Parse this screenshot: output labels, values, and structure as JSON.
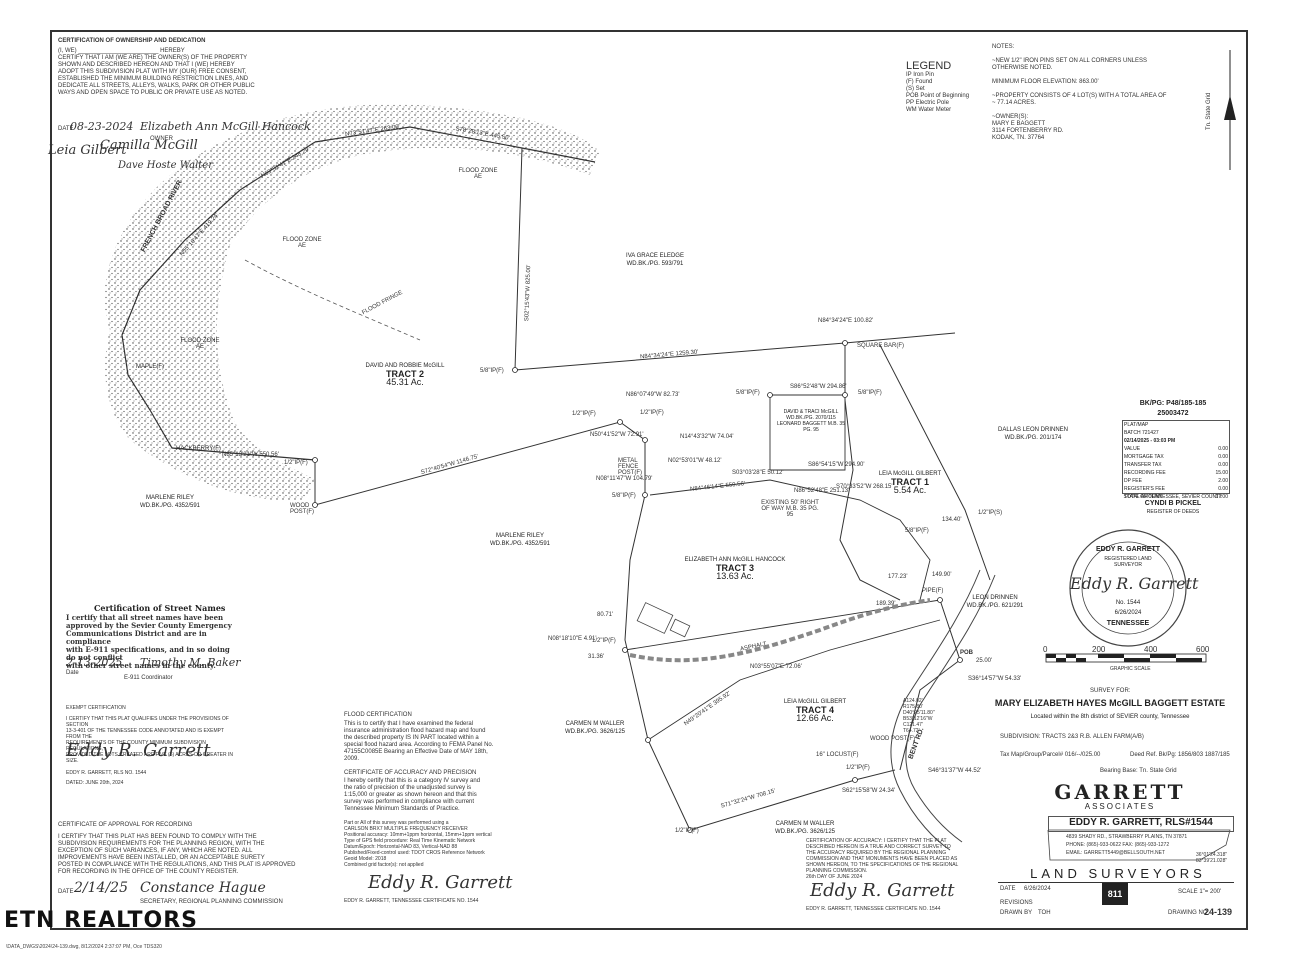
{
  "watermark": "ETN REALTORS",
  "footer_path": "\\DATA_DWGS\\2024\\24-139.dwg, 8/12/2024 2:37:07 PM, Oce TDS320",
  "owner_cert": {
    "title": "CERTIFICATION OF OWNERSHIP AND DEDICATION",
    "body": "(I, WE) ________________________ HEREBY\nCERTIFY THAT I AM (WE ARE) THE OWNER(S) OF THE PROPERTY\nSHOWN AND DESCRIBED HEREON AND THAT I (WE) HEREBY\nADOPT THIS SUBDIVISION PLAT WITH MY (OUR) FREE CONSENT,\nESTABLISHED THE MINIMUM BUILDING RESTRICTION LINES, AND\nDEDICATE ALL STREETS, ALLEYS, WALKS, PARK OR OTHER PUBLIC\nWAYS AND OPEN SPACE TO PUBLIC OR PRIVATE USE AS NOTED.",
    "date_label": "DATE",
    "date": "08-23-2024",
    "owner_label": "OWNER"
  },
  "legend": {
    "title": "LEGEND",
    "items": [
      "IP Iron Pin",
      "(F) Found",
      "(S) Set",
      "POB Point of Beginning",
      "PP Electric Pole",
      "WM Water Meter"
    ]
  },
  "notes": {
    "title": "NOTES:",
    "body": "~NEW 1/2\" IRON PINS SET ON ALL CORNERS UNLESS\n  OTHERWISE NOTED.\n\nMINIMUM FLOOR ELEVATION: 863.00'\n\n~PROPERTY CONSISTS OF 4 LOT(S) WITH A TOTAL AREA OF\n  ~ 77.14 ACRES.\n\n~OWNER(S):\n  MARY E BAGGETT\n  3114 FORTENBERRY RD.\n  KODAK, TN. 37764"
  },
  "north": "Tn. State Grid",
  "tracts": [
    {
      "owner": "DAVID AND ROBBIE McGILL",
      "name": "TRACT 2",
      "acres": "45.31 Ac."
    },
    {
      "owner": "LEIA McGILL GILBERT",
      "name": "TRACT 1",
      "acres": "5.54 Ac."
    },
    {
      "owner": "ELIZABETH ANN McGILL HANCOCK",
      "name": "TRACT 3",
      "acres": "13.63 Ac."
    },
    {
      "owner": "LEIA McGILL GILBERT",
      "name": "TRACT 4",
      "acres": "12.66 Ac."
    }
  ],
  "adjoiners": [
    {
      "name": "IVA GRACE ELEDGE",
      "deed": "WD.BK./PG. 593/791"
    },
    {
      "name": "DALLAS LEON DRINNEN",
      "deed": "WD.BK./PG. 201/174"
    },
    {
      "name": "MARLENE RILEY",
      "deed": "WD.BK./PG. 4352/591"
    },
    {
      "name": "MARLENE RILEY",
      "deed": "WD.BK./PG. 4352/591"
    },
    {
      "name": "LEON DRINNEN",
      "deed": "WD.BK./PG. 621/291"
    },
    {
      "name": "CARMEN M WALLER",
      "deed": "WD.BK./PG. 3626/125"
    },
    {
      "name": "CARMEN M WALLER",
      "deed": "WD.BK./PG. 3626/125"
    },
    {
      "name": "DAVID & TRACI McGILL",
      "deed": "WD.BK./PG. 2070/115"
    }
  ],
  "map_labels": {
    "river": "FRENCH BROAD RIVER",
    "flood_zone": "FLOOD ZONE AE",
    "flood_fringe": "FLOOD FRINGE",
    "maple": "MAPLE(F)",
    "hackberry": "HACKBERRY(F)",
    "square_bar": "SQUARE BAR(F)",
    "wood_post": "WOOD POST(F)",
    "metal_fence": "METAL FENCE POST(F)",
    "leonard": "LEONARD BAGGETT M.B. 35 PG. 95",
    "row": "EXISTING 50' RIGHT OF WAY M.B. 35 PG. 95",
    "asphalt": "ASPHALT",
    "pob": "POB",
    "locust": "16\" LOCUST(F)",
    "bent_rd": "BENT RD."
  },
  "bearings": [
    "N73°51'47\"E 263.00'",
    "S78°28'13\"E 445.50'",
    "N69°31'41\"E 248.29'",
    "N55°10'47\"E 419.24'",
    "S02°15'43\"W 825.00'",
    "N84°34'24\"E 1259.30'",
    "N84°34'24\"E 100.82'",
    "S72°40'54\"W 1146.75'",
    "N85°13'21\"W 550.56'",
    "N86°07'49\"W 82.73'",
    "N50°41'52\"W 72.91'",
    "N14°43'32\"W 74.04'",
    "N02°53'01\"W 48.12'",
    "N08°11'47\"W 104.79'",
    "N84°46'14\"E 550.56'",
    "S86°52'48\"W 294.86'",
    "S86°54'15\"W 294.90'",
    "S03°03'28\"E 50.12'",
    "N86°52'48\"E 251.13'",
    "S70°33'52\"W 268.15'",
    "N03°55'07\"E 72.06'",
    "N49°20'41\"E 395.92'",
    "S71°32'24\"W 708.15'",
    "S62°15'58\"W 24.34'",
    "S36°14'57\"W 54.33'",
    "S46°31'37\"W 44.52'",
    "N08°18'10\"E 4.91'",
    "80.71'",
    "31.36'",
    "25.00'",
    "177.23'",
    "189.39'",
    "134.40'",
    "149.90'"
  ],
  "pins": [
    "5/8\"IP(F)",
    "1/2\"IP(F)",
    "1/2\"IP(S)",
    "PIPE(F)"
  ],
  "curve": "A124.02'\nR175.80'\nD40°25'11.80\"\nB53°12'16\"W\nC121.47'\nT64.72'",
  "recording": {
    "bkpg": "BK/PG: P48/185-185",
    "number": "25003472",
    "rows": [
      [
        "PLAT/MAP",
        ""
      ],
      [
        "BATCH 721427",
        ""
      ],
      [
        "02/14/2025 - 03:03 PM",
        ""
      ],
      [
        "VALUE",
        "0.00"
      ],
      [
        "MORTGAGE TAX",
        "0.00"
      ],
      [
        "TRANSFER TAX",
        "0.00"
      ],
      [
        "RECORDING FEE",
        "15.00"
      ],
      [
        "DP FEE",
        "2.00"
      ],
      [
        "REGISTER'S FEE",
        "0.00"
      ],
      [
        "TOTAL AMOUNT",
        "17.00"
      ]
    ],
    "state": "STATE OF TENNESSEE, SEVIER COUNTY",
    "register": "CYNDI B PICKEL",
    "register_title": "REGISTER OF DEEDS"
  },
  "seal": {
    "name": "EDDY R. GARRETT",
    "number": "No. 1544",
    "state": "TENNESSEE",
    "date": "6/26/2024",
    "text": "REGISTERED LAND SURVEYOR"
  },
  "scale": {
    "ticks": [
      "0",
      "200",
      "400",
      "600"
    ],
    "label": "GRAPHIC SCALE"
  },
  "survey": {
    "for_label": "SURVEY FOR:",
    "title": "MARY ELIZABETH HAYES McGILL BAGGETT ESTATE",
    "location": "Located within the 8th district of SEVIER county, Tennessee",
    "subdivision": "SUBDIVISION: TRACTS 2&3 R.B. ALLEN FARM(A/B)",
    "tax_map": "Tax Map/Group/Parcel# 016/--/025.00",
    "deed": "Deed Ref. Bk/Pg: 1856/803 1887/185",
    "bearing": "Bearing Base: Tn. State Grid"
  },
  "firm": {
    "name": "GARRETT",
    "assoc": "ASSOCIATES",
    "surveyor": "EDDY R. GARRETT, RLS#1544",
    "address": "4839 SHADY RD., STRAWBERRY PLAINS, TN 37871",
    "phone": "PHONE: (865)-933-0622 FAX: (865)-933-1272",
    "email": "EMAIL: GARRETT5449@BELLSOUTH.NET",
    "coords": "36°01'24.318\"\n83°39'21.028\"",
    "tagline": "LAND SURVEYORS"
  },
  "title_block": {
    "date_label": "DATE",
    "date": "6/26/2024",
    "scale": "SCALE 1\"= 200'",
    "revisions_label": "REVISIONS",
    "drawn_label": "DRAWN BY",
    "drawn": "TOH",
    "drawing_no_label": "DRAWING NO.",
    "drawing_no": "24-139",
    "dig": "811"
  },
  "street_cert": {
    "title": "Certification of Street Names",
    "body": "I certify that all street names have been\napproved by the Sevier County Emergency\nCommunications District and are in compliance\nwith E-911 specifications, and in so doing do not conflict\nwith other street names in the county.",
    "date": "2-13-2025",
    "date_label": "Date",
    "role": "E-911 Coordinator"
  },
  "exempt_cert": {
    "title": "EXEMPT CERTIFICATION",
    "body": "I CERTIFY THAT THIS PLAT QUALIFIES UNDER THE PROVISIONS OF SECTION\n13-3-401 OF THE TENNESSEE CODE ANNOTATED AND IS EXEMPT FROM THE\nREQUIREMENTS OF THE COUNTY MINIMUM SUBDIVISION REGULATIONS,\nPROVIDED THE LOTS CREATED ARE FIVE (5) ACRES OR GREATER IN\nSIZE.",
    "name": "EDDY R. GARRETT, RLS NO. 1544",
    "dated": "DATED: JUNE 20th, 2024"
  },
  "planning_cert": {
    "title": "CERTIFICATE OF APPROVAL FOR RECORDING",
    "body": "I CERTIFY THAT THIS PLAT HAS BEEN FOUND TO COMPLY WITH THE\nSUBDIVISION REQUIREMENTS FOR THE PLANNING REGION, WITH THE\nEXCEPTION OF SUCH VARIANCES, IF ANY, WHICH ARE NOTED. ALL\nIMPROVEMENTS HAVE BEEN INSTALLED, OR AN ACCEPTABLE SURETY\nPOSTED IN COMPLIANCE WITH THE REGULATIONS, AND THIS PLAT IS APPROVED\nFOR RECORDING IN THE OFFICE OF THE COUNTY REGISTER.",
    "date_label": "DATE",
    "date": "2/14/25",
    "role": "SECRETARY, REGIONAL PLANNING COMMISSION"
  },
  "flood_cert": {
    "title": "FLOOD CERTIFICATION",
    "body": "This is to certify that I have examined the federal\ninsurance administration flood hazard map and found\nthe described property IS IN PART located within a\nspecial flood hazard area. According to FEMA Panel No.\n47155C0085E Bearing an Effective Date of MAY 18th,\n2009.",
    "acc_title": "CERTIFICATE OF ACCURACY AND PRECISION",
    "acc_body": "I hereby certify that this is a category IV survey and\nthe ratio of precision of the unadjusted survey is\n1:15,000 or greater as shown hereon and that this\nsurvey was performed in compliance with current\nTennessee Minimum Standards of Practice.",
    "gps_body": "Part or All of this survey was performed using a\nCARLSON BRX7 MULTIPLE FREQUENCY RECEIVER\nPositional accuracy: 10mm+1ppm horizontal, 15mm+1ppm vertical\nType of GPS field procedure: Real Time Kinematic Network\nDatum/Epoch: Horizontal-NAD 83, Vertical-NAD 88\nPublished/Fixed-control used: TDOT CROS Reference Network\nGeoid Model: 2018\nCombined grid factor(s): not applied",
    "name": "EDDY R. GARRETT, TENNESSEE CERTIFICATE NO. 1544"
  },
  "accuracy_cert": {
    "body": "CERTIFICATION OF ACCURACY: I CERTIFY THAT THE PLAT\nDESCRIBED HEREON IS A TRUE AND CORRECT SURVEY TO\nTHE ACCURACY REQUIRED BY THE REGIONAL PLANNING\nCOMMISSION AND THAT MONUMENTS HAVE BEEN PLACED AS\nSHOWN HEREON, TO THE SPECIFICATIONS OF THE REGIONAL\nPLANNING COMMISSION.",
    "day": "26th DAY OF JUNE 2024",
    "name": "EDDY R. GARRETT, TENNESSEE CERTIFICATE NO. 1544"
  }
}
